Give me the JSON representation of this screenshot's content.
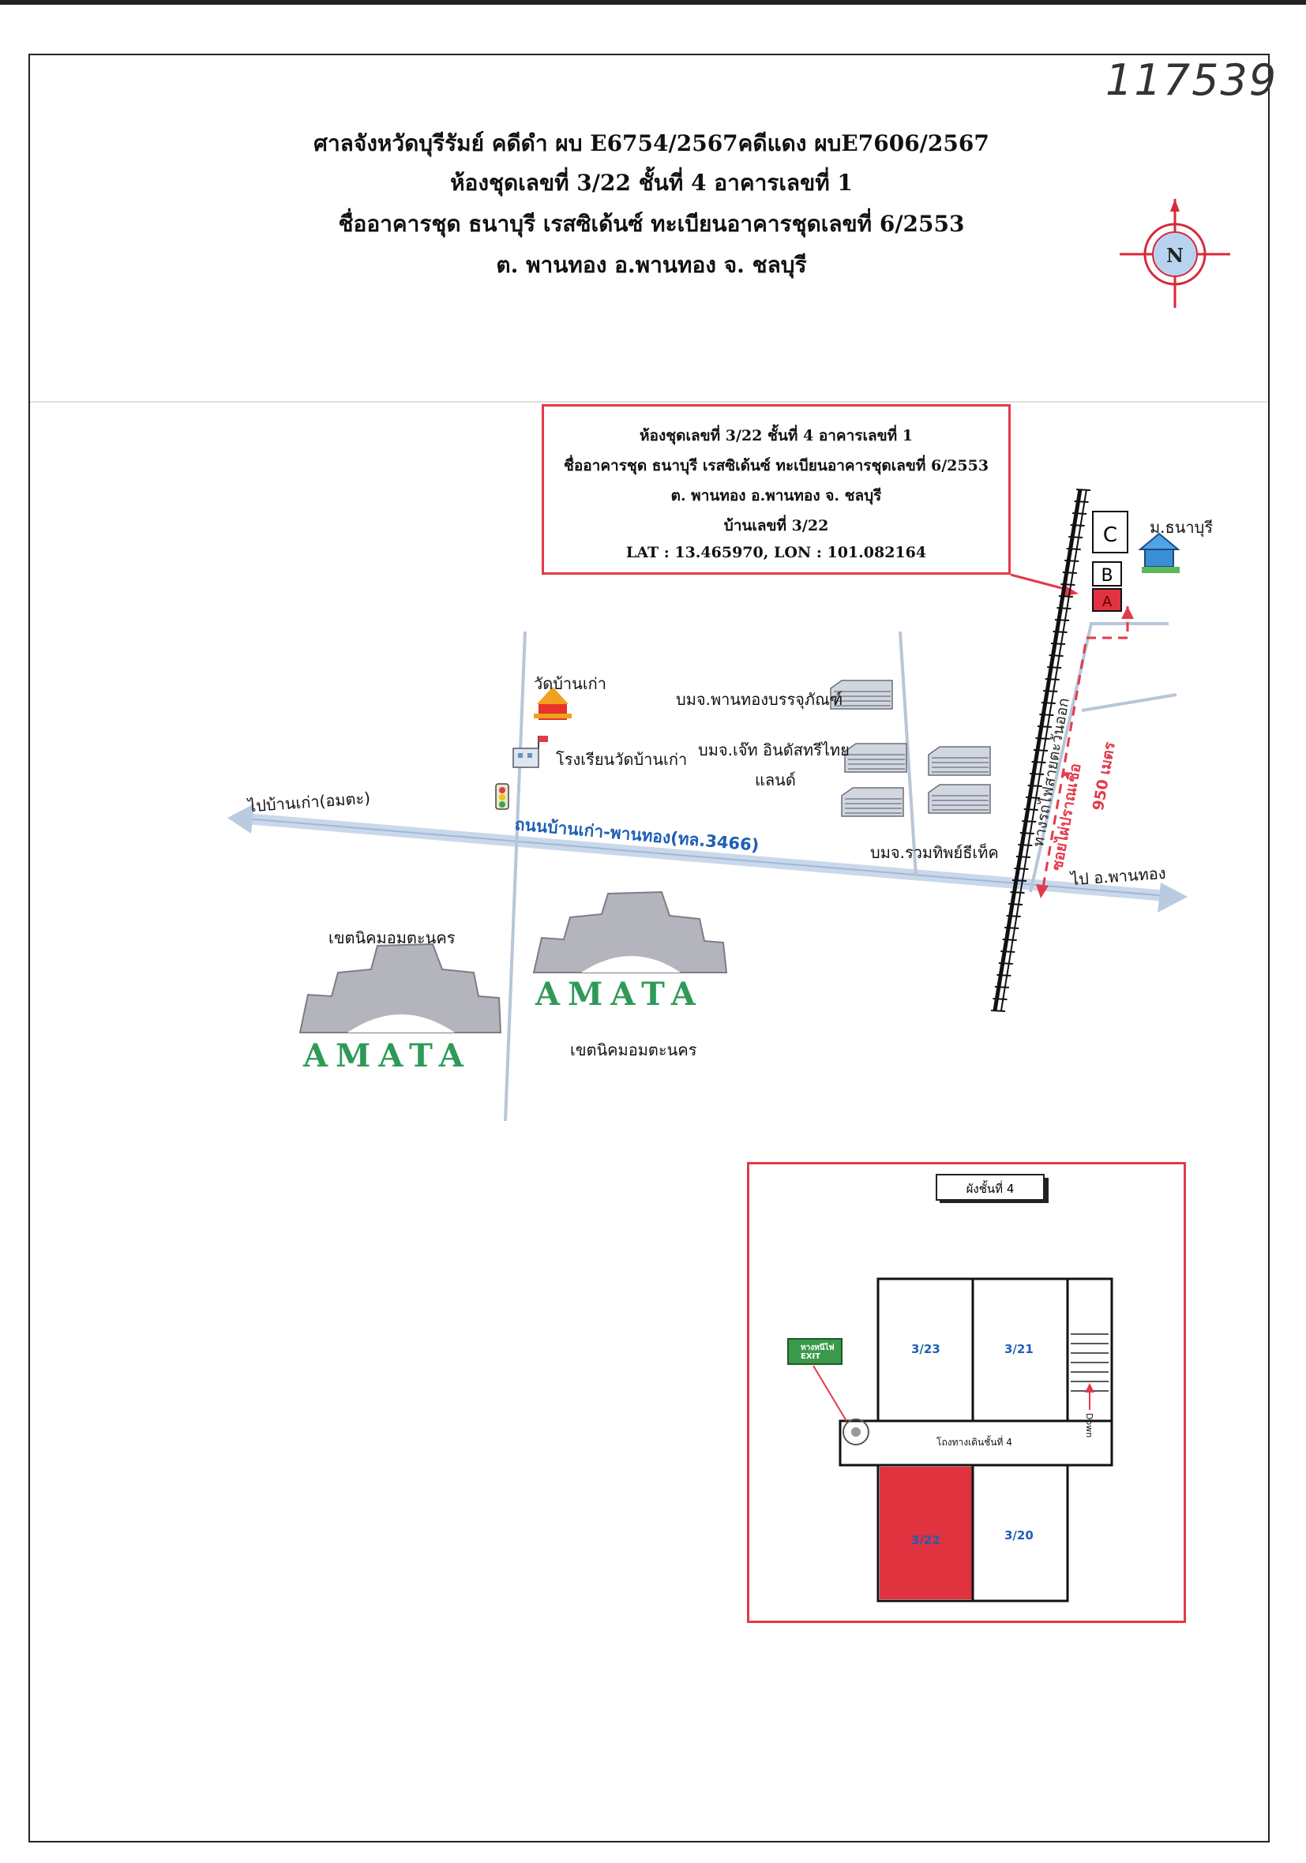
{
  "document": {
    "serial_number": "117539",
    "header_lines": [
      "ศาลจังหวัดบุรีรัมย์ คดีดำ ผบ E6754/2567คดีแดง ผบE7606/2567",
      "ห้องชุดเลขที่ 3/22 ชั้นที่ 4 อาคารเลขที่ 1",
      "ชื่ออาคารชุด ธนาบุรี เรสซิเด้นซ์ ทะเบียนอาคารชุดเลขที่ 6/2553",
      "ต. พานทอง อ.พานทอง จ. ชลบุรี"
    ],
    "compass_label": "N"
  },
  "info_box": {
    "lines": [
      "ห้องชุดเลขที่ 3/22 ชั้นที่ 4 อาคารเลขที่ 1",
      "ชื่ออาคารชุด ธนาบุรี เรสซิเด้นซ์ ทะเบียนอาคารชุดเลขที่ 6/2553",
      "ต. พานทอง อ.พานทอง จ. ชลบุรี",
      "บ้านเลขที่  3/22",
      "LAT : 13.465970,   LON : 101.082164"
    ]
  },
  "map": {
    "building_labels": {
      "c": "C",
      "b": "B",
      "a": "A"
    },
    "village": "ม.ธนาบุรี",
    "temple": "วัดบ้านเก่า",
    "school": "โรงเรียนวัดบ้านเก่า",
    "factory_1": "บมจ.พานทองบรรจุภัณฑ์",
    "factory_2_line1": "บมจ.เจ๊ท อินดัสทรีไทย",
    "factory_2_line2": "แลนด์",
    "factory_3": "บมจ.รวมทิพย์ธีเท็ค",
    "to_west": "ไปบ้านเก่า(อมตะ)",
    "to_east": "ไป อ.พานทอง",
    "main_road": "ถนนบ้านเก่า-พานทอง(ทล.3466)",
    "railway": "ทางรถไฟสายตะวันออก",
    "soi": "ซอยไผ่ปราณเชื้อ",
    "distance": "950 เมตร",
    "estate_left_caption": "เขตนิคมอมตะนคร",
    "estate_right_caption": "เขตนิคมอมตะนคร",
    "estate_logo_text": "AMATA"
  },
  "floor_plan": {
    "title": "ผังชั้นที่ 4",
    "rooms": [
      "3/23",
      "3/21",
      "3/22",
      "3/20"
    ],
    "corridor": "โถงทางเดินชั้นที่ 4",
    "stair_label": "Down",
    "exit_sign": "ทางหนีไฟ EXIT"
  },
  "colors": {
    "highlight_red": "#e33a4a",
    "road_blue": "#1f5fb4",
    "amata_green": "#2f9a58",
    "room_fill": "#e0323f"
  }
}
